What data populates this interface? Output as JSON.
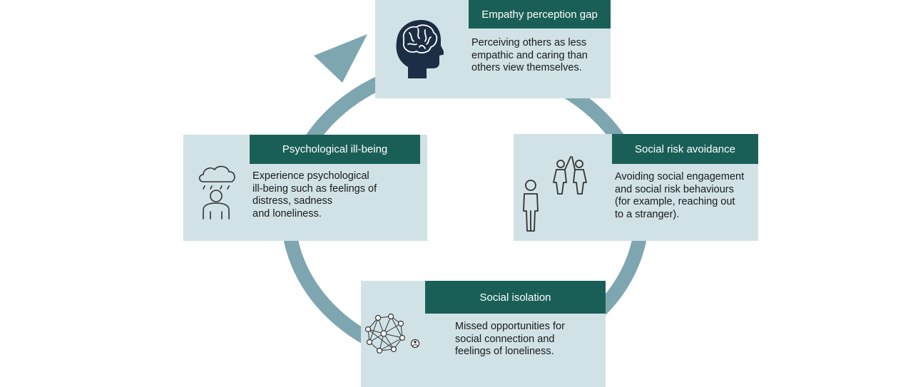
{
  "colors": {
    "arrow": "#7ea6b0",
    "box_fill": "#d0e2e5",
    "title_fill": "#1a5f57",
    "title_text": "#ffffff",
    "icon_dark": "#1c2e46"
  },
  "nodes": {
    "empathy": {
      "title": "Empathy perception gap",
      "lines": [
        "Perceiving others as less",
        "empathic and caring than",
        "others view themselves."
      ],
      "icon": "brain-head-icon"
    },
    "avoidance": {
      "title": "Social risk avoidance",
      "lines": [
        "Avoiding social engagement",
        "and social risk behaviours",
        "(for example, reaching out",
        "to a stranger)."
      ],
      "icon": "people-high-five-icon"
    },
    "isolation": {
      "title": "Social isolation",
      "lines": [
        "Missed opportunities for",
        "social connection and",
        "feelings of loneliness."
      ],
      "icon": "network-icon"
    },
    "illbeing": {
      "title": "Psychological ill-being",
      "lines": [
        "Experience psychological",
        "ill-being such as feelings of",
        "distress, sadness",
        "and loneliness."
      ],
      "icon": "rain-cloud-person-icon"
    }
  }
}
